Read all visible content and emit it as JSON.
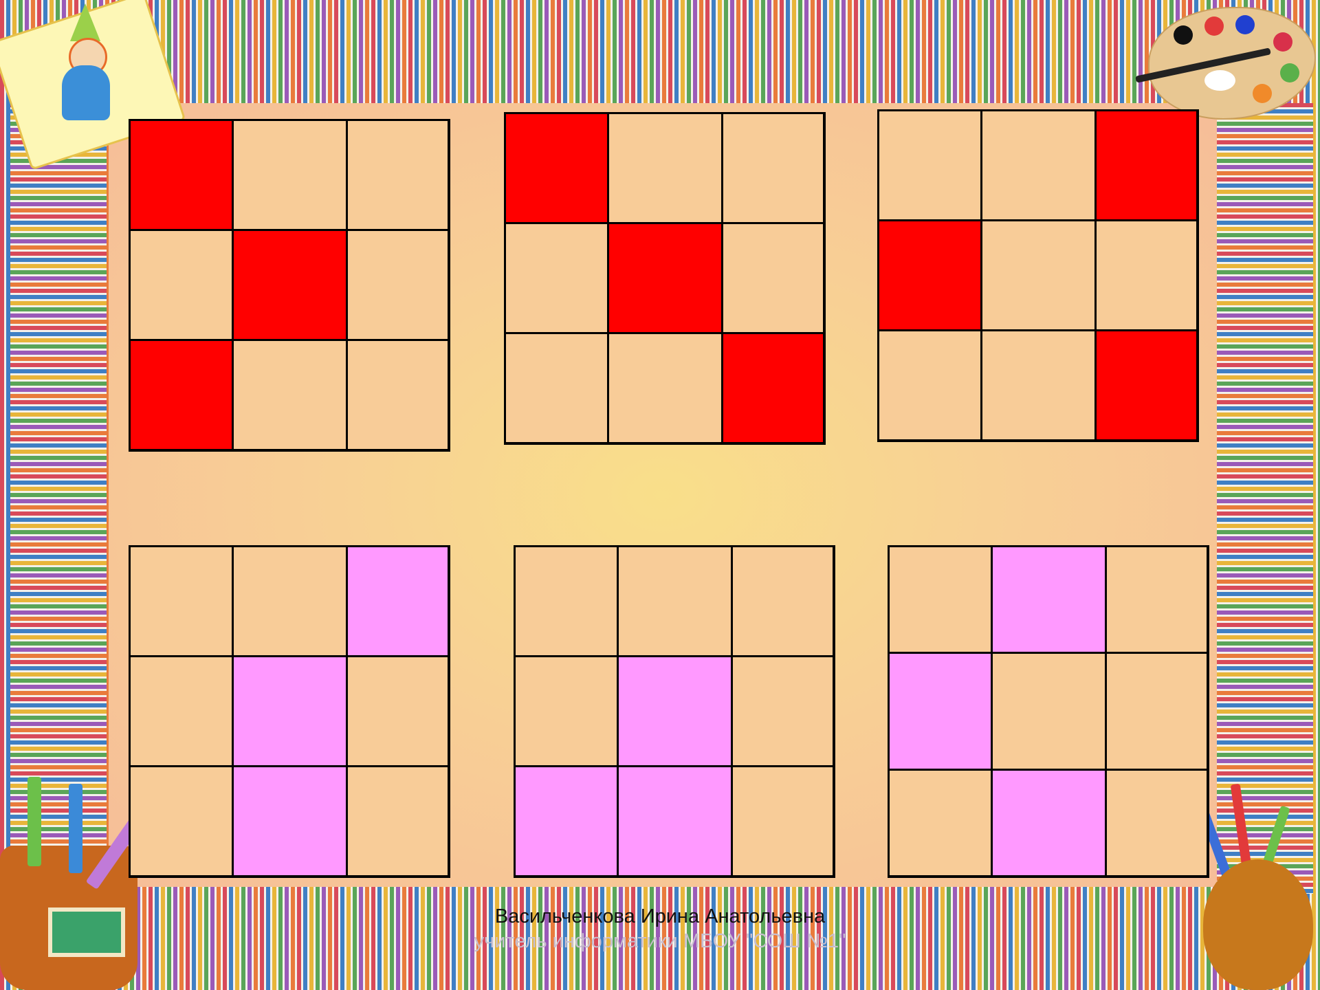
{
  "slide": {
    "grids": [
      {
        "cells": [
          "red",
          "",
          "",
          "",
          "red",
          "",
          "red",
          "",
          ""
        ]
      },
      {
        "cells": [
          "red",
          "",
          "",
          "",
          "red",
          "",
          "",
          "",
          "red"
        ]
      },
      {
        "cells": [
          "",
          "",
          "red",
          "red",
          "",
          "",
          "",
          "",
          "red"
        ]
      },
      {
        "cells": [
          "",
          "",
          "pink",
          "",
          "pink",
          "",
          "",
          "pink",
          ""
        ]
      },
      {
        "cells": [
          "",
          "",
          "",
          "",
          "pink",
          "",
          "pink",
          "pink",
          ""
        ]
      },
      {
        "cells": [
          "",
          "pink",
          "",
          "pink",
          "",
          "",
          "",
          "pink",
          ""
        ]
      }
    ],
    "colors": {
      "red": "#ff0000",
      "pink": "#ff99ff",
      "empty": "#f8cc98",
      "border": "#000000"
    }
  },
  "footer": {
    "author": "Васильченкова Ирина Анатольевна",
    "position": "учитель информатики МБОУ \"СОШ №1\""
  }
}
